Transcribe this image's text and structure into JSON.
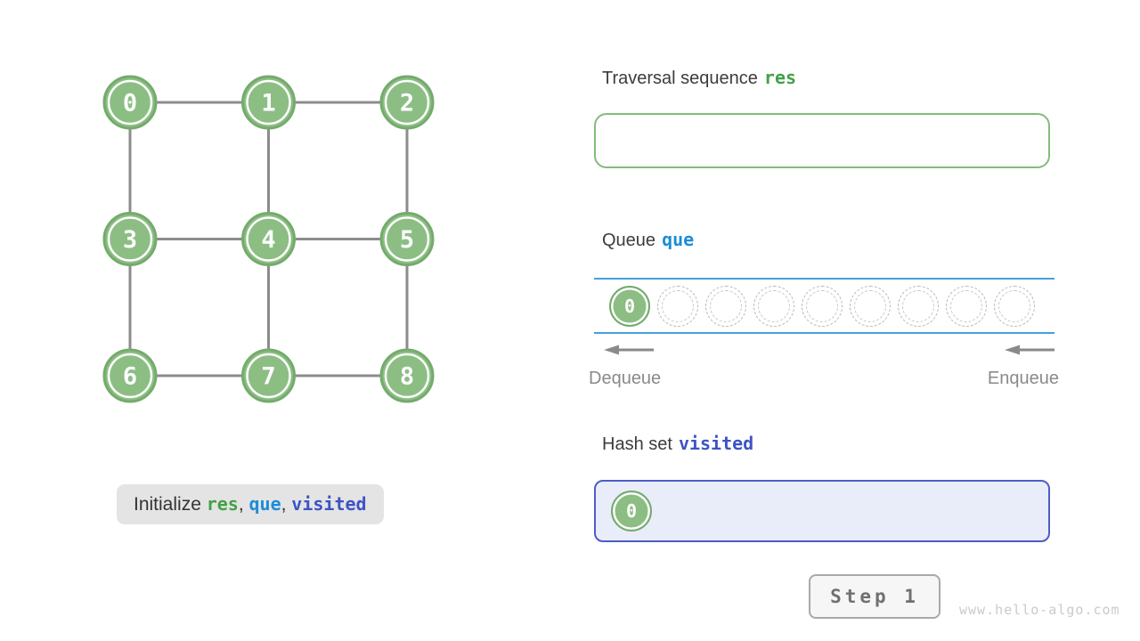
{
  "graph": {
    "nodes": [
      "0",
      "1",
      "2",
      "3",
      "4",
      "5",
      "6",
      "7",
      "8"
    ],
    "edges": [
      [
        0,
        1
      ],
      [
        1,
        2
      ],
      [
        3,
        4
      ],
      [
        4,
        5
      ],
      [
        6,
        7
      ],
      [
        7,
        8
      ],
      [
        0,
        3
      ],
      [
        3,
        6
      ],
      [
        1,
        4
      ],
      [
        4,
        7
      ],
      [
        2,
        5
      ],
      [
        5,
        8
      ]
    ]
  },
  "sections": {
    "traversal": {
      "title": "Traversal sequence",
      "var": "res",
      "items": []
    },
    "queue": {
      "title": "Queue",
      "var": "que",
      "capacity": 9,
      "items": [
        "0"
      ],
      "dequeue_label": "Dequeue",
      "enqueue_label": "Enqueue"
    },
    "hashset": {
      "title": "Hash set",
      "var": "visited",
      "items": [
        "0"
      ]
    }
  },
  "caption": {
    "parts": [
      {
        "text": "Initialize ",
        "cls": "plain"
      },
      {
        "text": "res",
        "cls": "green"
      },
      {
        "text": ", ",
        "cls": "plain"
      },
      {
        "text": "que",
        "cls": "blue"
      },
      {
        "text": ", ",
        "cls": "plain"
      },
      {
        "text": "visited",
        "cls": "indigo"
      }
    ]
  },
  "step_button": {
    "label": "Step 1"
  },
  "watermark": "www.hello-algo.com",
  "colors": {
    "node_fill": "#8CBE84",
    "node_rim": "#74AB6C",
    "edge": "#8C8C8C",
    "res_green": "#43A047",
    "que_blue": "#1C8CD8",
    "visited_indigo": "#3D53C5",
    "queue_line": "#44A1DD",
    "res_box_border": "#85BB7D",
    "hash_bg": "#E9EDF9",
    "hash_border": "#4C5EC6",
    "caption_bg": "#E4E4E4",
    "gray": "#8A8A8A",
    "watermark_gray": "#CBCBCB"
  }
}
